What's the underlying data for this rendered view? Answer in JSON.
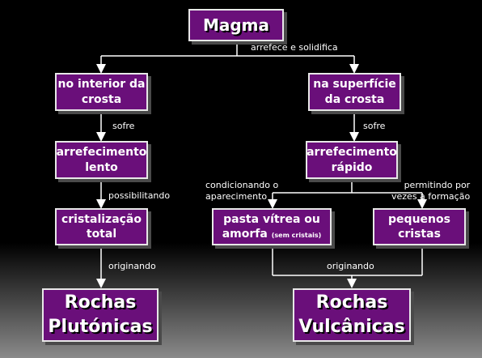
{
  "diagram": {
    "root": "Magma",
    "root_edge": "arrefece e solidifica",
    "left": {
      "location": [
        "no interior da",
        "crosta"
      ],
      "edge1": "sofre",
      "cooling": [
        "arrefecimento",
        "lento"
      ],
      "edge2": "possibilitando",
      "result": [
        "cristalização",
        "total"
      ],
      "edge3": "originando",
      "rock": [
        "Rochas",
        "Plutónicas"
      ]
    },
    "right": {
      "location": [
        "na superfície",
        "da crosta"
      ],
      "edge1": "sofre",
      "cooling": [
        "arrefecimento",
        "rápido"
      ],
      "edge_left": [
        "condicionando o",
        "aparecimento"
      ],
      "edge_right": [
        "permitindo por",
        "vezes a formação"
      ],
      "glass": [
        "pasta vítrea ou",
        "amorfa",
        "(sem cristais)"
      ],
      "crystals": [
        "pequenos",
        "cristas"
      ],
      "edge3": "originando",
      "rock": [
        "Rochas",
        "Vulcânicas"
      ]
    },
    "colors": {
      "node_fill": "#6a0f7a",
      "node_border": "#e8e8e8",
      "connector": "#ffffff"
    }
  }
}
